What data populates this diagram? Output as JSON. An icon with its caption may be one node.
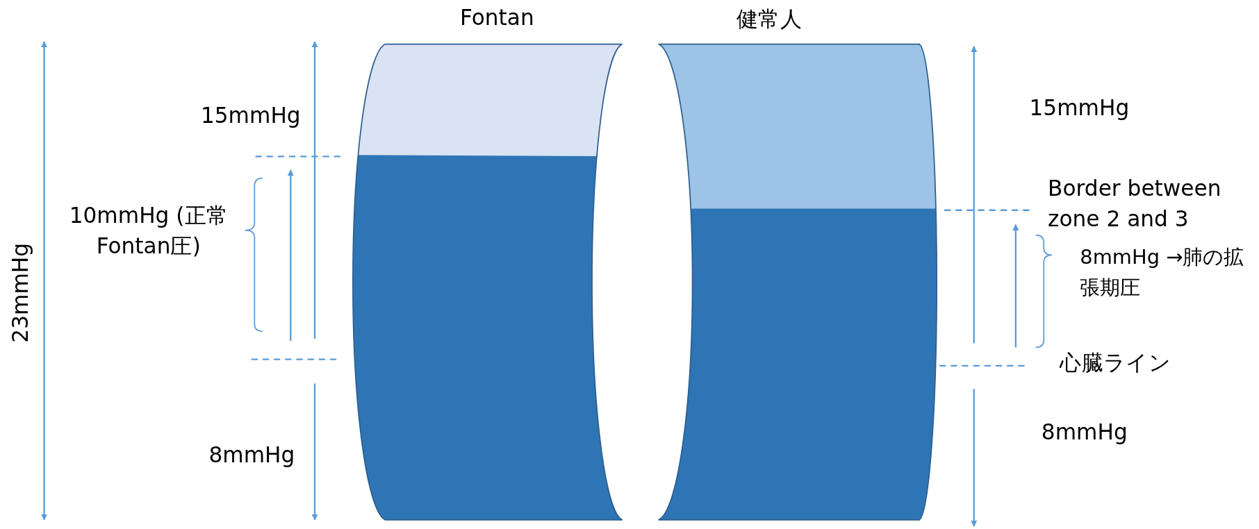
{
  "diagram": {
    "nodes": [
      {
        "text": [
          "Fontan"
        ]
      },
      {
        "text": [
          "健常人"
        ]
      }
    ],
    "edges": [],
    "labels": [
      "23mmHg",
      "15mmHg",
      "10mmHg (正常Fontan圧)",
      "8mmHg",
      "15mmHg",
      "Border between zone 2 and 3",
      "8mmHg →肺の拡張期圧",
      "心臓ライン",
      "8mmHg"
    ]
  }
}
